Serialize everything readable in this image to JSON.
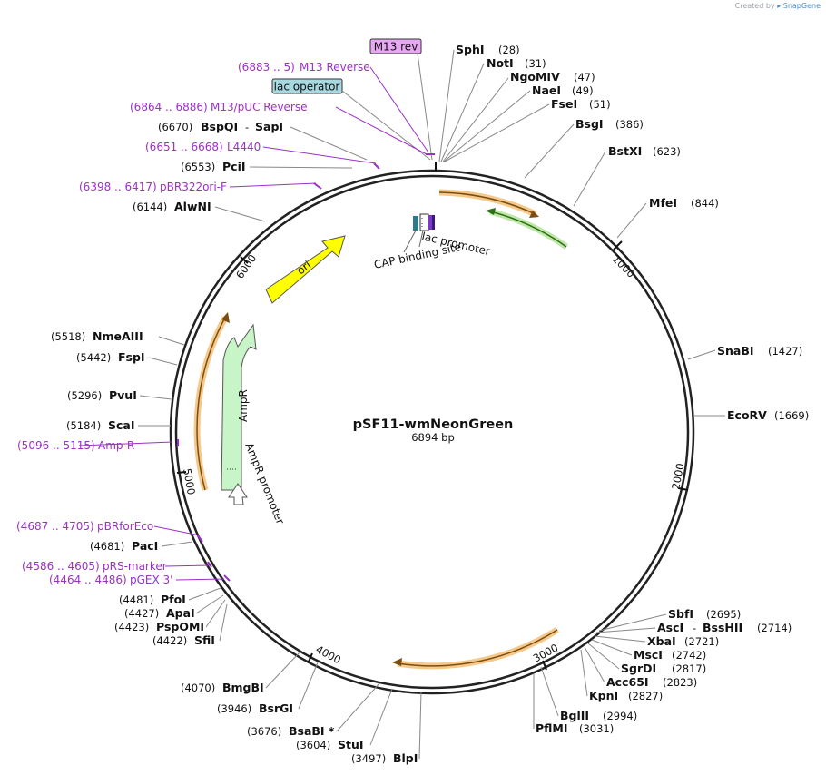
{
  "credit": {
    "prefix": "Created by",
    "brand": "SnapGene"
  },
  "plasmid": {
    "name": "pSF11-wmNeonGreen",
    "length": "6894 bp",
    "bp": 6894
  },
  "colors": {
    "primer": "#9b30c8",
    "orange_arrow": "#e8a23a",
    "green_arrow": "#5aa832",
    "ori": "#ffff00",
    "ampr": "#c8f5c8",
    "m13rev_badge": "#e6a8f0",
    "lac_operator_badge": "#a8d8e0"
  },
  "ticks": [
    "1000",
    "2000",
    "3000",
    "4000",
    "5000",
    "6000"
  ],
  "badges": [
    {
      "label": "M13 rev",
      "color": "#e6a8f0"
    },
    {
      "label": "lac operator",
      "color": "#a8d8e0"
    }
  ],
  "sites_right": [
    {
      "name": "SphI",
      "pos": "(28)"
    },
    {
      "name": "NotI",
      "pos": "(31)"
    },
    {
      "name": "NgoMIV",
      "pos": "(47)"
    },
    {
      "name": "NaeI",
      "pos": "(49)"
    },
    {
      "name": "FseI",
      "pos": "(51)"
    },
    {
      "name": "BsgI",
      "pos": "(386)"
    },
    {
      "name": "BstXI",
      "pos": "(623)"
    },
    {
      "name": "MfeI",
      "pos": "(844)"
    },
    {
      "name": "SnaBI",
      "pos": "(1427)"
    },
    {
      "name": "EcoRV",
      "pos": "(1669)"
    },
    {
      "name": "SbfI",
      "pos": "(2695)"
    },
    {
      "name": "AscI",
      "name2": "BssHII",
      "pos": "(2714)"
    },
    {
      "name": "XbaI",
      "pos": "(2721)"
    },
    {
      "name": "MscI",
      "pos": "(2742)"
    },
    {
      "name": "SgrDI",
      "pos": "(2817)"
    },
    {
      "name": "Acc65I",
      "pos": "(2823)"
    },
    {
      "name": "KpnI",
      "pos": "(2827)"
    },
    {
      "name": "BglII",
      "pos": "(2994)"
    },
    {
      "name": "PflMI",
      "pos": "(3031)"
    }
  ],
  "sites_left": [
    {
      "name": "BspQI",
      "name2": "SapI",
      "pos": "(6670)"
    },
    {
      "name": "PciI",
      "pos": "(6553)"
    },
    {
      "name": "AlwNI",
      "pos": "(6144)"
    },
    {
      "name": "NmeAIII",
      "pos": "(5518)"
    },
    {
      "name": "FspI",
      "pos": "(5442)"
    },
    {
      "name": "PvuI",
      "pos": "(5296)"
    },
    {
      "name": "ScaI",
      "pos": "(5184)"
    },
    {
      "name": "PacI",
      "pos": "(4681)"
    },
    {
      "name": "PfoI",
      "pos": "(4481)"
    },
    {
      "name": "ApaI",
      "pos": "(4427)"
    },
    {
      "name": "PspOMI",
      "pos": "(4423)"
    },
    {
      "name": "SfiI",
      "pos": "(4422)"
    },
    {
      "name": "BmgBI",
      "pos": "(4070)"
    },
    {
      "name": "BsrGI",
      "pos": "(3946)"
    },
    {
      "name": "BsaBI *",
      "pos": "(3676)"
    },
    {
      "name": "StuI",
      "pos": "(3604)"
    },
    {
      "name": "BlpI",
      "pos": "(3497)"
    }
  ],
  "primers": [
    {
      "name": "M13 Reverse",
      "range": "(6883 .. 5)"
    },
    {
      "name": "M13/pUC Reverse",
      "range": "(6864 .. 6886)"
    },
    {
      "name": "L4440",
      "range": "(6651 .. 6668)"
    },
    {
      "name": "pBR322ori-F",
      "range": "(6398 .. 6417)"
    },
    {
      "name": "Amp-R",
      "range": "(5096 .. 5115)"
    },
    {
      "name": "pBRforEco",
      "range": "(4687 .. 4705)"
    },
    {
      "name": "pRS-marker",
      "range": "(4586 .. 4605)"
    },
    {
      "name": "pGEX 3'",
      "range": "(4464 .. 4486)"
    }
  ],
  "features": {
    "ori": "ori",
    "ampr": "AmpR",
    "ampr_promoter": "AmpR promoter",
    "lac_promoter": "lac promoter",
    "cap_site": "CAP binding site"
  }
}
